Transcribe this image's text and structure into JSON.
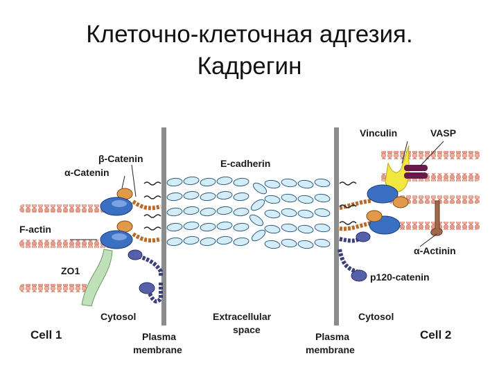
{
  "title": {
    "line1": "Клеточно-клеточная адгезия.",
    "line2": "Кадрегин"
  },
  "labels": {
    "beta_catenin": "β-Catenin",
    "alpha_catenin": "α-Catenin",
    "f_actin": "F-actin",
    "zo1": "ZO1",
    "cytosol_left": "Cytosol",
    "cell1": "Cell 1",
    "plasma_left_1": "Plasma",
    "plasma_left_2": "membrane",
    "e_cadherin": "E-cadherin",
    "extracellular_1": "Extracellular",
    "extracellular_2": "space",
    "plasma_right_1": "Plasma",
    "plasma_right_2": "membrane",
    "vinculin": "Vinculin",
    "vasp": "VASP",
    "alpha_actinin": "α-Actinin",
    "p120": "p120-catenin",
    "cytosol_right": "Cytosol",
    "cell2": "Cell 2"
  },
  "colors": {
    "actin": "#e8a08e",
    "actin_dark": "#c87060",
    "membrane": "#8c8c8c",
    "cadherin": "#d4ecf8",
    "cadherin_stroke": "#2a5a80",
    "beta_catenin": "#3b6fc2",
    "alpha_catenin": "#e09a4a",
    "zo1": "#bfe0b8",
    "vinculin": "#f2e640",
    "vasp": "#6a1a4a",
    "actinin": "#a0684a",
    "p120": "#5560a8",
    "bead_dark": "#3a3f7a",
    "bead_orange": "#b86a2a"
  }
}
